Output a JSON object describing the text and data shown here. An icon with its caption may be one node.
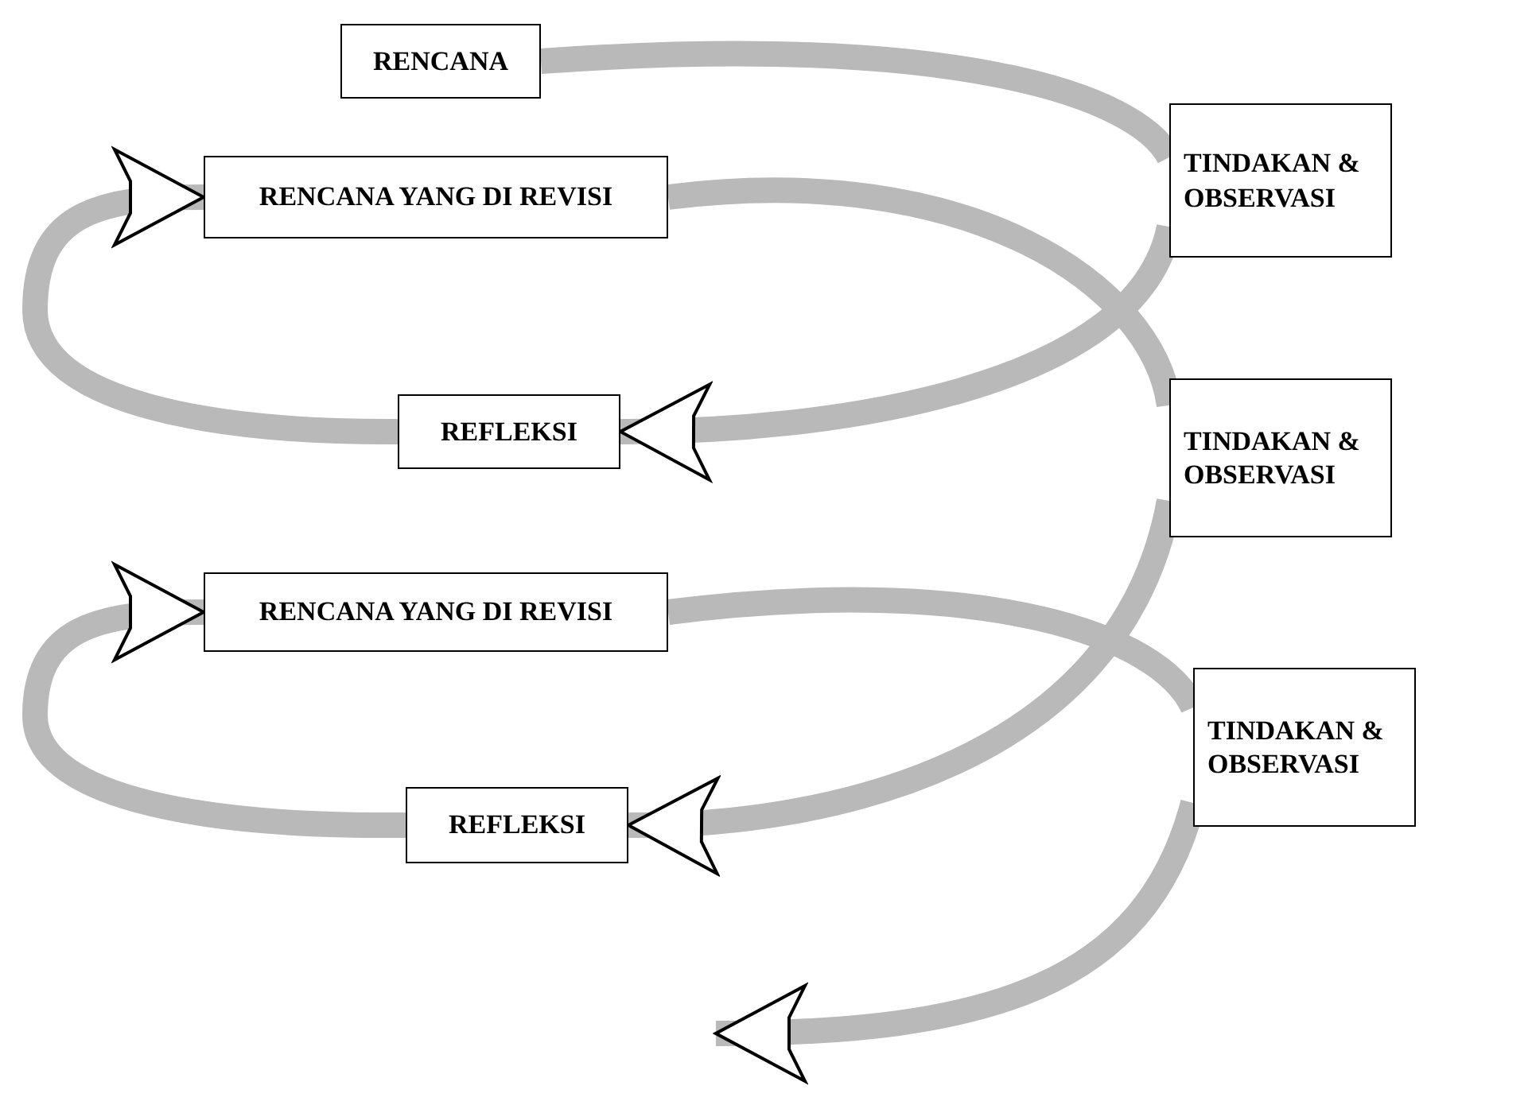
{
  "diagram": {
    "nodes": [
      {
        "text": [
          "RENCANA"
        ]
      },
      {
        "text": [
          "TINDAKAN & OBSERVASI"
        ]
      },
      {
        "text": [
          "RENCANA YANG DI REVISI"
        ]
      },
      {
        "text": [
          "REFLEKSI"
        ]
      },
      {
        "text": [
          "TINDAKAN & OBSERVASI"
        ]
      },
      {
        "text": [
          "RENCANA YANG DI REVISI"
        ]
      },
      {
        "text": [
          "TINDAKAN & OBSERVASI"
        ]
      },
      {
        "text": [
          "REFLEKSI"
        ]
      }
    ],
    "edges": [
      {
        "from": 0,
        "to": 1,
        "arrow": "none"
      },
      {
        "from": 1,
        "to": 3,
        "arrow": "to"
      },
      {
        "from": 3,
        "to": 2,
        "arrow": "to"
      },
      {
        "from": 2,
        "to": 4,
        "arrow": "none"
      },
      {
        "from": 4,
        "to": 7,
        "arrow": "to"
      },
      {
        "from": 7,
        "to": 5,
        "arrow": "to"
      },
      {
        "from": 5,
        "to": 6,
        "arrow": "none"
      },
      {
        "from": 6,
        "to": null,
        "arrow": "to"
      }
    ]
  }
}
